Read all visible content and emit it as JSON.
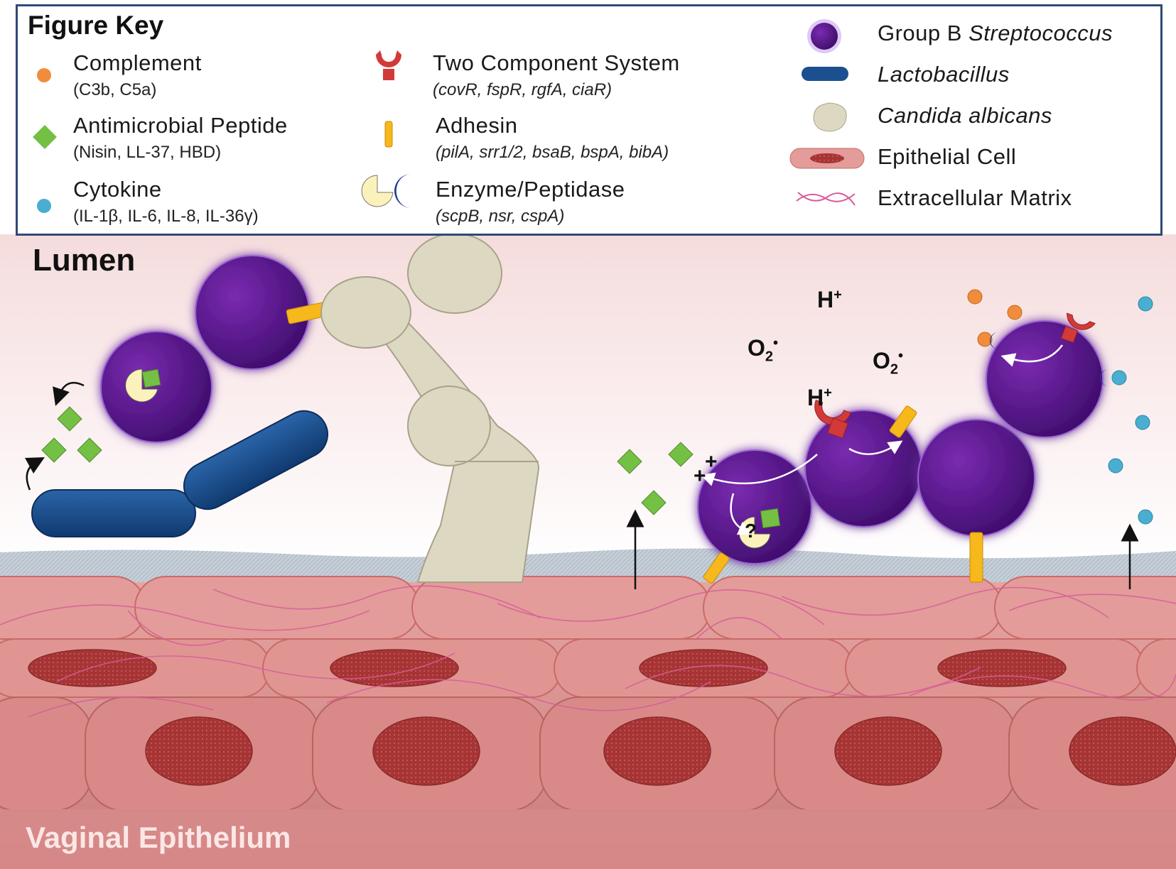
{
  "key": {
    "title": "Figure Key",
    "items": [
      {
        "label": "Complement",
        "sub": "(C3b, C5a)"
      },
      {
        "label": "Antimicrobial  Peptide",
        "sub": "(Nisin,  LL-37, HBD)"
      },
      {
        "label": "Cytokine",
        "sub": "(IL-1β,  IL-6,  IL-8,  IL-36γ)"
      },
      {
        "label": "Two  Component  System",
        "sub": "(covR,  fspR,  rgfA,  ciaR)"
      },
      {
        "label": "Adhesin",
        "sub": "(pilA,  srr1/2,  bsaB,  bspA,  bibA)"
      },
      {
        "label": "Enzyme/Peptidase",
        "sub": "(scpB,  nsr,  cspA)"
      },
      {
        "label_plain": "Group  B",
        "label_italic": "Streptococcus"
      },
      {
        "label": "Lactobacillus"
      },
      {
        "label": "Candida albicans"
      },
      {
        "label": "Epithelial  Cell"
      },
      {
        "label": "Extracellular  Matrix"
      }
    ]
  },
  "scene": {
    "lumen_label": "Lumen",
    "epithelium_label": "Vaginal Epithelium",
    "proton": "H",
    "proton_charge": "+",
    "superoxide": "O",
    "superoxide_sub": "2",
    "superoxide_dot": "•",
    "plus_sign": "+",
    "unknown_mark": "?"
  },
  "colors": {
    "gbs": "#5a1a8a",
    "gbs_glow": "#b07ae0",
    "lactobacillus": "#1b4f8f",
    "candida": "#ddd8c2",
    "epithelial": "#dc8e8c",
    "nucleus": "#a83a3a",
    "complement": "#f08c3c",
    "peptide": "#74c044",
    "cytokine": "#4aaed0",
    "tcs": "#d23a3a",
    "adhesin": "#f6b81a",
    "enzyme_pac": "#fbf2bb",
    "enzyme_moon": "#1e3f8f",
    "mucus": "#b9c5d0"
  }
}
